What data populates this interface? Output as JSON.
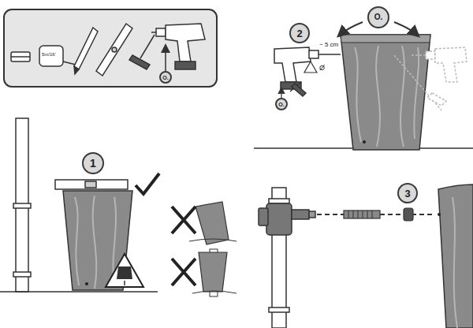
{
  "diagram": {
    "nodes": [
      {
        "text": [
          "O."
        ]
      },
      {
        "text": [
          "O."
        ]
      },
      {
        "text": [
          "2"
        ]
      },
      {
        "text": [
          "O."
        ]
      },
      {
        "text": [
          "1"
        ]
      },
      {
        "text": [
          "3"
        ]
      }
    ],
    "labels": [
      "5m/16'",
      "~ 5 cm",
      "Ø"
    ]
  }
}
